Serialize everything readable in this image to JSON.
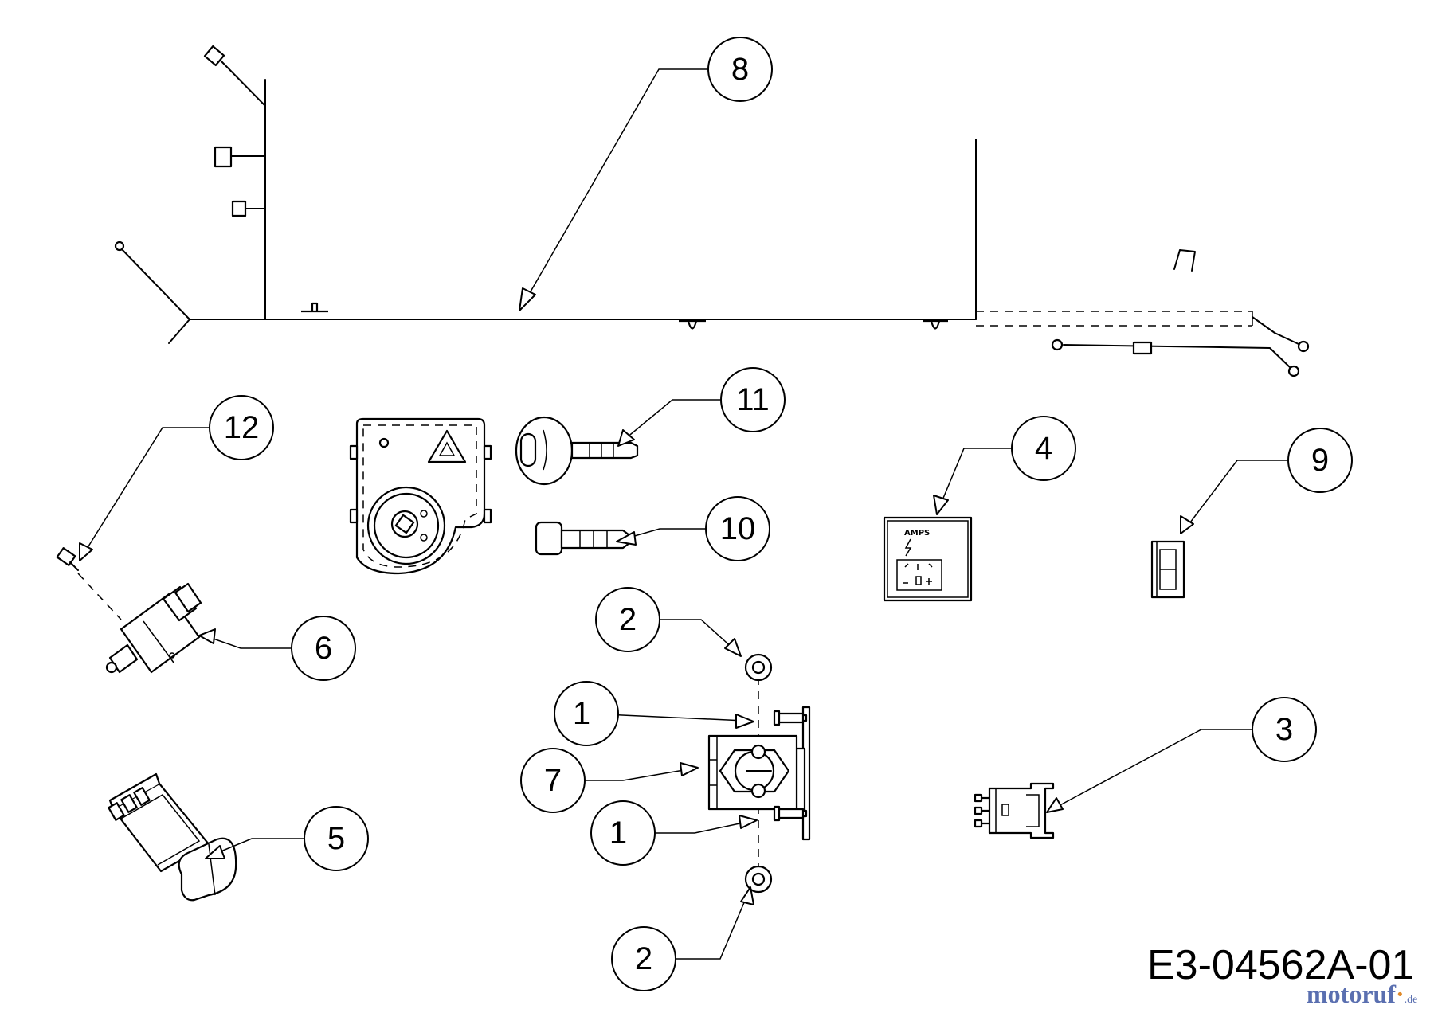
{
  "drawing": {
    "code": "E3-04562A-01"
  },
  "watermark": {
    "brand": "motoruf",
    "dot": "·",
    "tld": ".de"
  },
  "labels": {
    "amps_gauge_text": "AMPS"
  },
  "callouts": [
    {
      "id": "c8",
      "number": "8"
    },
    {
      "id": "c11",
      "number": "11"
    },
    {
      "id": "c12",
      "number": "12"
    },
    {
      "id": "c4",
      "number": "4"
    },
    {
      "id": "c9",
      "number": "9"
    },
    {
      "id": "c10",
      "number": "10"
    },
    {
      "id": "c2a",
      "number": "2"
    },
    {
      "id": "c6",
      "number": "6"
    },
    {
      "id": "c1a",
      "number": "1"
    },
    {
      "id": "c7",
      "number": "7"
    },
    {
      "id": "c3",
      "number": "3"
    },
    {
      "id": "c1b",
      "number": "1"
    },
    {
      "id": "c5",
      "number": "5"
    },
    {
      "id": "c2b",
      "number": "2"
    }
  ]
}
